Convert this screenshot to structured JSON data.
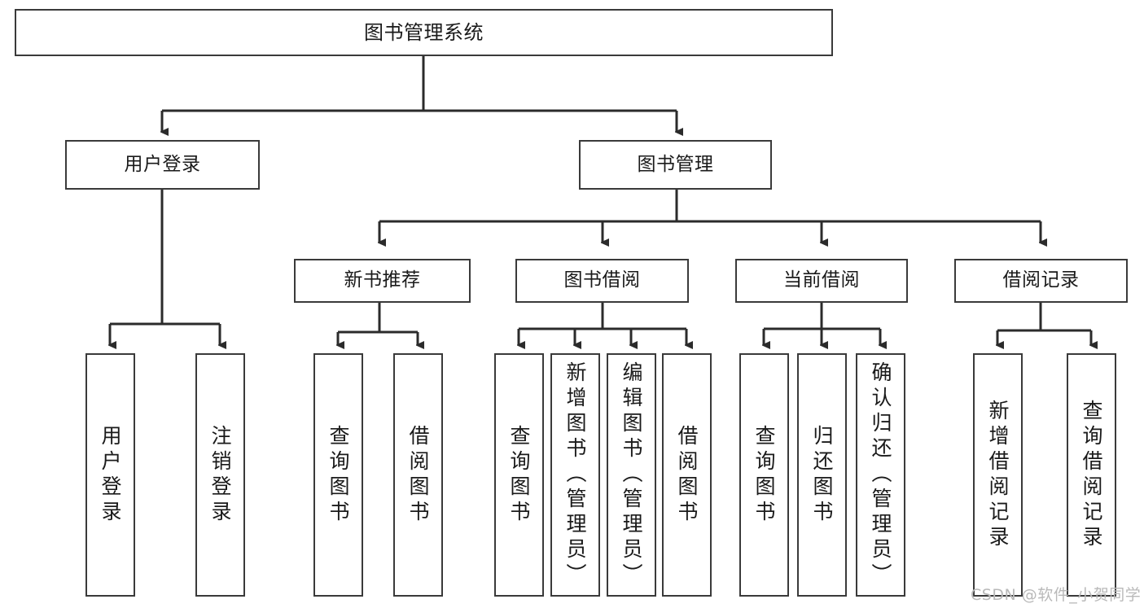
{
  "diagram": {
    "title": "图书管理系统",
    "type": "tree-hierarchy",
    "colors": {
      "box_border": "#3a3a3a",
      "box_fill": "#ffffff",
      "edge": "#2b2b2b",
      "text": "#1a1a1a",
      "watermark": "#b9b9b9"
    },
    "nodes": {
      "root": {
        "label": "图书管理系统"
      },
      "level1": [
        {
          "label": "用户登录"
        },
        {
          "label": "图书管理"
        }
      ],
      "level2": [
        {
          "label": "新书推荐"
        },
        {
          "label": "图书借阅"
        },
        {
          "label": "当前借阅"
        },
        {
          "label": "借阅记录"
        }
      ],
      "leaves_user_login": [
        {
          "label": "用户登录"
        },
        {
          "label": "注销登录"
        }
      ],
      "leaves_new_book": [
        {
          "label": "查询图书"
        },
        {
          "label": "借阅图书"
        }
      ],
      "leaves_borrow": [
        {
          "label": "查询图书"
        },
        {
          "label": "新增图书（管理员）"
        },
        {
          "label": "编辑图书（管理员）"
        },
        {
          "label": "借阅图书"
        }
      ],
      "leaves_current": [
        {
          "label": "查询图书"
        },
        {
          "label": "归还图书"
        },
        {
          "label": "确认归还（管理员）"
        }
      ],
      "leaves_records": [
        {
          "label": "新增借阅记录"
        },
        {
          "label": "查询借阅记录"
        }
      ]
    }
  },
  "watermark": {
    "text": "CSDN @软件_小贺同学"
  }
}
